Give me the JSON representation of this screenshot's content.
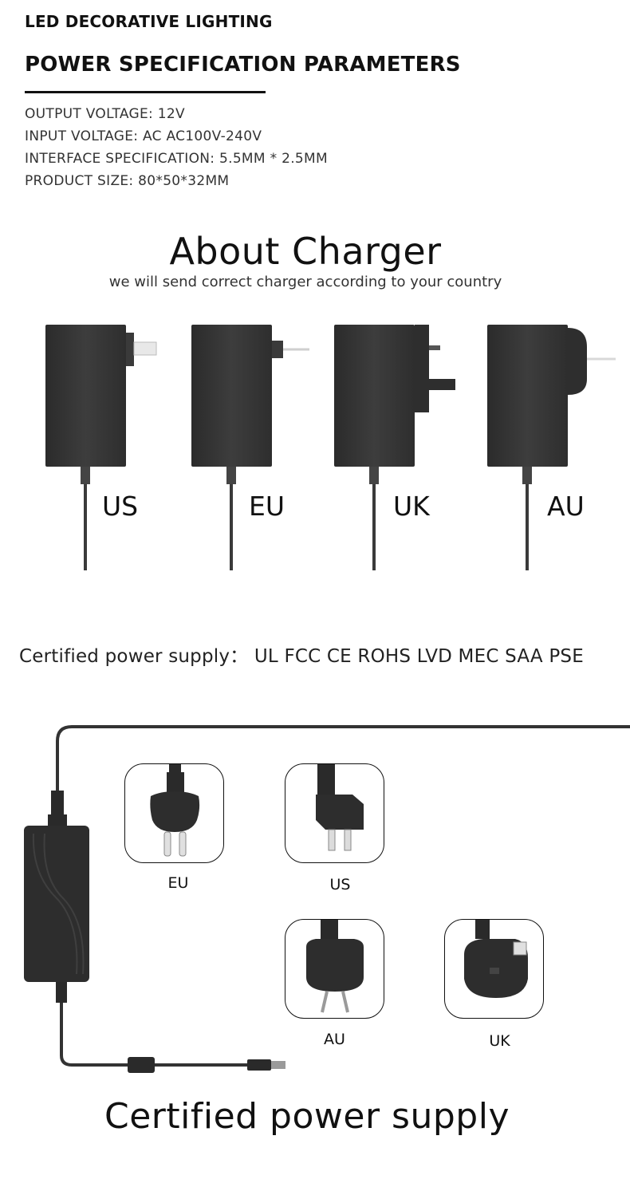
{
  "header": {
    "brand": "LED DECORATIVE LIGHTING",
    "section_title": "POWER SPECIFICATION PARAMETERS"
  },
  "specs": [
    "OUTPUT VOLTAGE: 12V",
    "INPUT VOLTAGE: AC AC100V-240V",
    "INTERFACE SPECIFICATION: 5.5MM * 2.5MM",
    "PRODUCT SIZE: 80*50*32MM"
  ],
  "about": {
    "title": "About Charger",
    "subtitle": "we will send correct  charger according to your country"
  },
  "chargers": [
    {
      "label": "US",
      "icon": "us-wall-charger-icon"
    },
    {
      "label": "EU",
      "icon": "eu-wall-charger-icon"
    },
    {
      "label": "UK",
      "icon": "uk-wall-charger-icon"
    },
    {
      "label": "AU",
      "icon": "au-wall-charger-icon"
    }
  ],
  "certification": {
    "line": "Certified power supply： UL FCC CE ROHS LVD MEC SAA PSE"
  },
  "plugs": [
    {
      "label": "EU",
      "icon": "eu-plug-icon"
    },
    {
      "label": "US",
      "icon": "us-plug-icon"
    },
    {
      "label": "AU",
      "icon": "au-plug-icon"
    },
    {
      "label": "UK",
      "icon": "uk-plug-icon"
    }
  ],
  "footer": {
    "title": "Certified power supply"
  },
  "colors": {
    "text": "#111111",
    "charger_body": "#333333",
    "cable": "#3a3a3a",
    "prong": "#e6e6e6"
  }
}
